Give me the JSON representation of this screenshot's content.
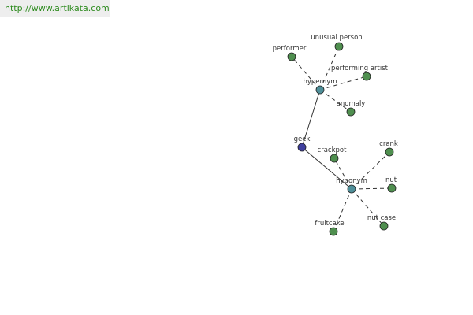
{
  "header": {
    "url": "http://www.artikata.com"
  },
  "colors": {
    "root": "#3f3f9f",
    "relation": "#4f8f99",
    "leaf": "#4f8f4f",
    "edge": "#333333",
    "url_text": "#2e8b1f",
    "url_bg": "#eeeeee"
  },
  "graph": {
    "root": {
      "label": "geek"
    },
    "relations": [
      {
        "label": "hypernym",
        "terms": [
          "performer",
          "unusual person",
          "performing artist",
          "anomaly"
        ]
      },
      {
        "label": "hyponym",
        "terms": [
          "crackpot",
          "crank",
          "nut",
          "nut case",
          "fruitcake"
        ]
      }
    ]
  }
}
